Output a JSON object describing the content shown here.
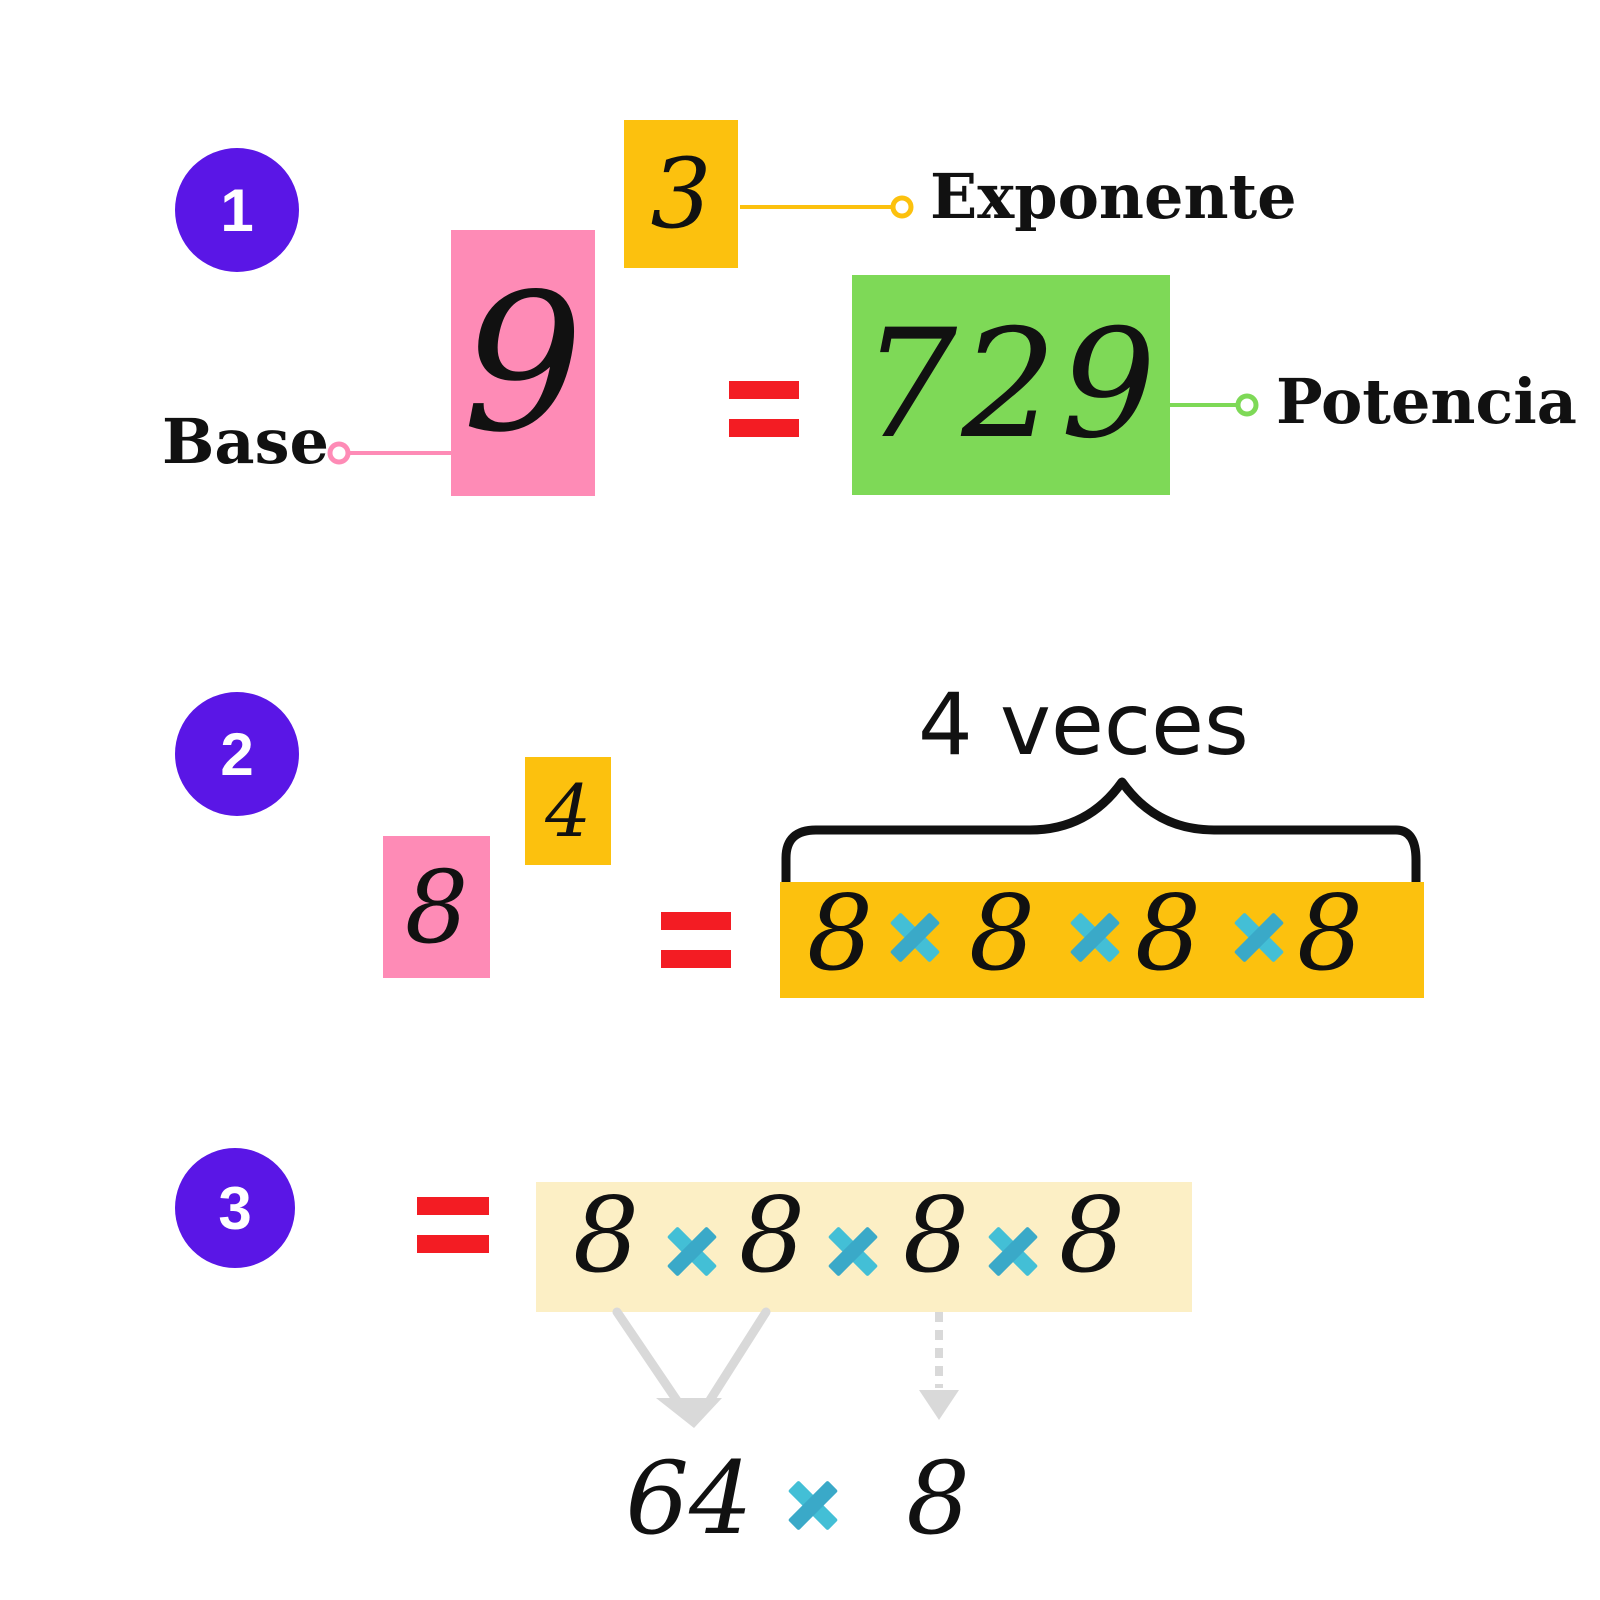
{
  "colors": {
    "step_circle": "#5a16e6",
    "base_box": "#fe8bb6",
    "exponent_box": "#fcc10e",
    "power_box": "#7ed957",
    "equals": "#f31c23",
    "times": "#43bfd6",
    "cream_box": "#fcefc5",
    "arrow": "#d9d9d9"
  },
  "section1": {
    "step": "1",
    "base": "9",
    "exponent": "3",
    "power": "729",
    "label_base": "Base",
    "label_exponent": "Exponente",
    "label_power": "Potencia"
  },
  "section2": {
    "step": "2",
    "base": "8",
    "exponent": "4",
    "brace_label": "4 veces",
    "factors": [
      "8",
      "8",
      "8",
      "8"
    ]
  },
  "section3": {
    "step": "3",
    "factors": [
      "8",
      "8",
      "8",
      "8"
    ],
    "result_left": "64",
    "result_right": "8"
  },
  "icons": {
    "times": "multiply-icon",
    "equals": "equals-icon",
    "brace": "curly-brace-icon",
    "arrow": "arrow-down-icon"
  }
}
